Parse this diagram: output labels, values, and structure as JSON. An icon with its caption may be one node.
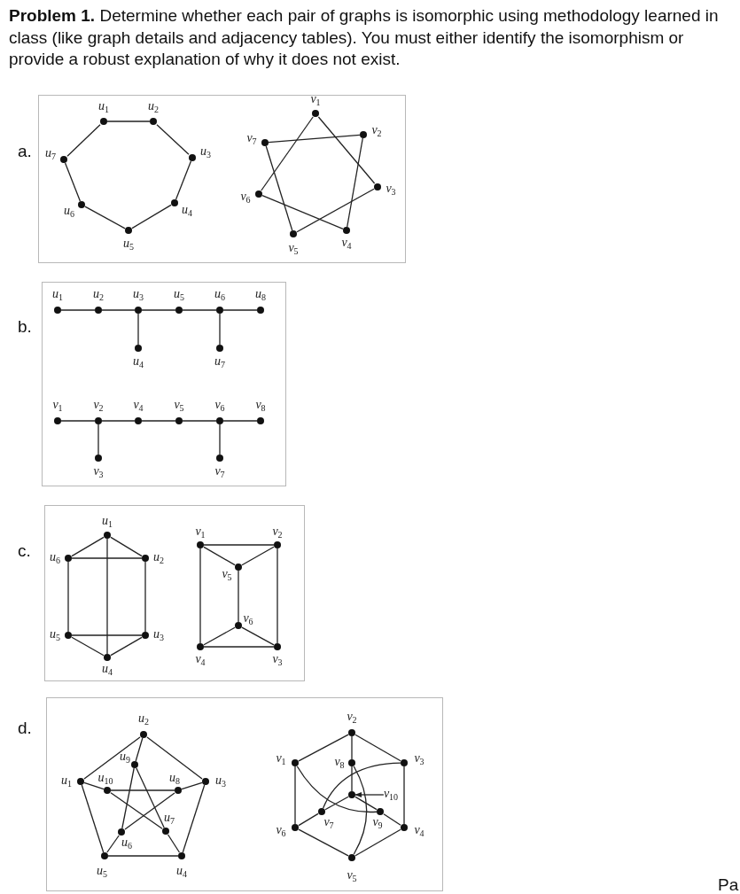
{
  "diagram": {
    "nodes": [
      {
        "text": [],
        "shape": "circle",
        "beside": [
          "u$_{1}$"
        ]
      },
      {
        "text": [],
        "shape": "circle",
        "beside": [
          "u$_{2}$"
        ]
      },
      {
        "text": [],
        "shape": "circle",
        "beside": [
          "u$_{3}$"
        ]
      },
      {
        "text": [],
        "shape": "circle",
        "beside": [
          "u$_{4}$"
        ]
      },
      {
        "text": [],
        "shape": "circle",
        "beside": [
          "u$_{5}$"
        ]
      },
      {
        "text": [],
        "shape": "circle",
        "beside": [
          "u$_{6}$"
        ]
      },
      {
        "text": [],
        "shape": "circle",
        "beside": [
          "u$_{7}$"
        ]
      },
      {
        "text": [],
        "shape": "circle",
        "beside": [
          "v$_{1}$"
        ]
      },
      {
        "text": [],
        "shape": "circle",
        "beside": [
          "v$_{2}$"
        ]
      },
      {
        "text": [],
        "shape": "circle",
        "beside": [
          "v$_{3}$"
        ]
      },
      {
        "text": [],
        "shape": "circle",
        "beside": [
          "v$_{4}$"
        ]
      },
      {
        "text": [],
        "shape": "circle",
        "beside": [
          "v$_{5}$"
        ]
      },
      {
        "text": [],
        "shape": "circle",
        "beside": [
          "v$_{6}$"
        ]
      },
      {
        "text": [],
        "shape": "circle",
        "beside": [
          "v$_{7}$"
        ]
      },
      {
        "text": [],
        "shape": "circle",
        "beside": [
          "u$_{1}$"
        ]
      },
      {
        "text": [],
        "shape": "circle",
        "beside": [
          "u$_{2}$"
        ]
      },
      {
        "text": [],
        "shape": "circle",
        "beside": [
          "u$_{3}$"
        ]
      },
      {
        "text": [],
        "shape": "circle",
        "beside": [
          "u$_{4}$"
        ]
      },
      {
        "text": [],
        "shape": "circle",
        "beside": [
          "u$_{5}$"
        ]
      },
      {
        "text": [],
        "shape": "circle",
        "beside": [
          "u$_{6}$"
        ]
      },
      {
        "text": [],
        "shape": "circle",
        "beside": [
          "u$_{7}$"
        ]
      },
      {
        "text": [],
        "shape": "circle",
        "beside": [
          "u$_{8}$"
        ]
      },
      {
        "text": [],
        "shape": "circle",
        "beside": [
          "v$_{1}$"
        ]
      },
      {
        "text": [],
        "shape": "circle",
        "beside": [
          "v$_{2}$"
        ]
      },
      {
        "text": [],
        "shape": "circle",
        "beside": [
          "v$_{3}$"
        ]
      },
      {
        "text": [],
        "shape": "circle",
        "beside": [
          "v$_{4}$"
        ]
      },
      {
        "text": [],
        "shape": "circle",
        "beside": [
          "v$_{5}$"
        ]
      },
      {
        "text": [],
        "shape": "circle",
        "beside": [
          "v$_{6}$"
        ]
      },
      {
        "text": [],
        "shape": "circle",
        "beside": [
          "v$_{7}$"
        ]
      },
      {
        "text": [],
        "shape": "circle",
        "beside": [
          "v$_{8}$"
        ]
      },
      {
        "text": [],
        "shape": "circle",
        "beside": [
          "u$_{1}$"
        ]
      },
      {
        "text": [],
        "shape": "circle",
        "beside": [
          "u$_{2}$"
        ]
      },
      {
        "text": [],
        "shape": "circle",
        "beside": [
          "u$_{3}$"
        ]
      },
      {
        "text": [],
        "shape": "circle",
        "beside": [
          "u$_{4}$"
        ]
      },
      {
        "text": [],
        "shape": "circle",
        "beside": [
          "u$_{5}$"
        ]
      },
      {
        "text": [],
        "shape": "circle",
        "beside": [
          "u$_{6}$"
        ]
      },
      {
        "text": [],
        "shape": "circle",
        "beside": [
          "v$_{1}$"
        ]
      },
      {
        "text": [],
        "shape": "circle",
        "beside": [
          "v$_{2}$"
        ]
      },
      {
        "text": [],
        "shape": "circle",
        "beside": [
          "v$_{3}$"
        ]
      },
      {
        "text": [],
        "shape": "circle",
        "beside": [
          "v$_{4}$"
        ]
      },
      {
        "text": [],
        "shape": "circle",
        "beside": [
          "v$_{5}$"
        ]
      },
      {
        "text": [],
        "shape": "circle",
        "beside": [
          "v$_{6}$"
        ]
      },
      {
        "text": [],
        "shape": "circle",
        "beside": [
          "u$_{1}$"
        ]
      },
      {
        "text": [],
        "shape": "circle",
        "beside": [
          "u$_{2}$"
        ]
      },
      {
        "text": [],
        "shape": "circle",
        "beside": [
          "u$_{3}$"
        ]
      },
      {
        "text": [],
        "shape": "circle",
        "beside": [
          "u$_{4}$"
        ]
      },
      {
        "text": [],
        "shape": "circle",
        "beside": [
          "u$_{5}$"
        ]
      },
      {
        "text": [],
        "shape": "circle",
        "beside": [
          "u$_{6}$"
        ]
      },
      {
        "text": [],
        "shape": "circle",
        "beside": [
          "u$_{7}$"
        ]
      },
      {
        "text": [],
        "shape": "circle",
        "beside": [
          "u$_{8}$"
        ]
      },
      {
        "text": [],
        "shape": "circle",
        "beside": [
          "u$_{9}$"
        ]
      },
      {
        "text": [],
        "shape": "circle",
        "beside": [
          "u$_{10}$"
        ]
      },
      {
        "text": [],
        "shape": "circle",
        "beside": [
          "v$_{1}$"
        ]
      },
      {
        "text": [],
        "shape": "circle",
        "beside": [
          "v$_{2}$"
        ]
      },
      {
        "text": [],
        "shape": "circle",
        "beside": [
          "v$_{3}$"
        ]
      },
      {
        "text": [],
        "shape": "circle",
        "beside": [
          "v$_{4}$"
        ]
      },
      {
        "text": [],
        "shape": "circle",
        "beside": [
          "v$_{5}$"
        ]
      },
      {
        "text": [],
        "shape": "circle",
        "beside": [
          "v$_{6}$"
        ]
      },
      {
        "text": [],
        "shape": "circle",
        "beside": [
          "v$_{7}$"
        ]
      },
      {
        "text": [],
        "shape": "circle",
        "beside": [
          "v$_{8}$"
        ]
      },
      {
        "text": [],
        "shape": "circle",
        "beside": [
          "v$_{9}$"
        ]
      },
      {
        "text": [],
        "shape": "circle"
      },
      {
        "text": [
          "v$_{10}$"
        ]
      }
    ],
    "edges": [
      {
        "from": 0,
        "to": 1,
        "arrow": "none"
      },
      {
        "from": 1,
        "to": 2,
        "arrow": "none"
      },
      {
        "from": 2,
        "to": 3,
        "arrow": "none"
      },
      {
        "from": 3,
        "to": 4,
        "arrow": "none"
      },
      {
        "from": 4,
        "to": 5,
        "arrow": "none"
      },
      {
        "from": 5,
        "to": 6,
        "arrow": "none"
      },
      {
        "from": 6,
        "to": 0,
        "arrow": "none"
      },
      {
        "from": 7,
        "to": 12,
        "arrow": "none"
      },
      {
        "from": 7,
        "to": 9,
        "arrow": "none"
      },
      {
        "from": 13,
        "to": 8,
        "arrow": "none"
      },
      {
        "from": 13,
        "to": 11,
        "arrow": "none"
      },
      {
        "from": 8,
        "to": 10,
        "arrow": "none"
      },
      {
        "from": 12,
        "to": 10,
        "arrow": "none"
      },
      {
        "from": 9,
        "to": 11,
        "arrow": "none"
      },
      {
        "from": 14,
        "to": 15,
        "arrow": "none"
      },
      {
        "from": 15,
        "to": 16,
        "arrow": "none"
      },
      {
        "from": 16,
        "to": 18,
        "arrow": "none"
      },
      {
        "from": 18,
        "to": 19,
        "arrow": "none"
      },
      {
        "from": 19,
        "to": 21,
        "arrow": "none"
      },
      {
        "from": 16,
        "to": 17,
        "arrow": "none"
      },
      {
        "from": 19,
        "to": 20,
        "arrow": "none"
      },
      {
        "from": 22,
        "to": 23,
        "arrow": "none"
      },
      {
        "from": 23,
        "to": 25,
        "arrow": "none"
      },
      {
        "from": 25,
        "to": 26,
        "arrow": "none"
      },
      {
        "from": 26,
        "to": 27,
        "arrow": "none"
      },
      {
        "from": 27,
        "to": 29,
        "arrow": "none"
      },
      {
        "from": 23,
        "to": 24,
        "arrow": "none"
      },
      {
        "from": 27,
        "to": 28,
        "arrow": "none"
      },
      {
        "from": 30,
        "to": 35,
        "arrow": "none"
      },
      {
        "from": 30,
        "to": 31,
        "arrow": "none"
      },
      {
        "from": 30,
        "to": 33,
        "arrow": "none"
      },
      {
        "from": 35,
        "to": 31,
        "arrow": "none"
      },
      {
        "from": 35,
        "to": 34,
        "arrow": "none"
      },
      {
        "from": 31,
        "to": 32,
        "arrow": "none"
      },
      {
        "from": 34,
        "to": 32,
        "arrow": "none"
      },
      {
        "from": 34,
        "to": 33,
        "arrow": "none"
      },
      {
        "from": 32,
        "to": 33,
        "arrow": "none"
      },
      {
        "from": 36,
        "to": 37,
        "arrow": "none"
      },
      {
        "from": 36,
        "to": 40,
        "arrow": "none"
      },
      {
        "from": 37,
        "to": 40,
        "arrow": "none"
      },
      {
        "from": 36,
        "to": 39,
        "arrow": "none"
      },
      {
        "from": 37,
        "to": 38,
        "arrow": "none"
      },
      {
        "from": 40,
        "to": 41,
        "arrow": "none"
      },
      {
        "from": 41,
        "to": 39,
        "arrow": "none"
      },
      {
        "from": 41,
        "to": 38,
        "arrow": "none"
      },
      {
        "from": 39,
        "to": 38,
        "arrow": "none"
      },
      {
        "from": 42,
        "to": 43,
        "arrow": "none"
      },
      {
        "from": 43,
        "to": 44,
        "arrow": "none"
      },
      {
        "from": 44,
        "to": 45,
        "arrow": "none"
      },
      {
        "from": 45,
        "to": 46,
        "arrow": "none"
      },
      {
        "from": 46,
        "to": 42,
        "arrow": "none"
      },
      {
        "from": 43,
        "to": 50,
        "arrow": "none"
      },
      {
        "from": 42,
        "to": 51,
        "arrow": "none"
      },
      {
        "from": 44,
        "to": 49,
        "arrow": "none"
      },
      {
        "from": 45,
        "to": 48,
        "arrow": "none"
      },
      {
        "from": 46,
        "to": 47,
        "arrow": "none"
      },
      {
        "from": 51,
        "to": 49,
        "arrow": "none"
      },
      {
        "from": 51,
        "to": 48,
        "arrow": "none"
      },
      {
        "from": 50,
        "to": 47,
        "arrow": "none"
      },
      {
        "from": 50,
        "to": 48,
        "arrow": "none"
      },
      {
        "from": 49,
        "to": 47,
        "arrow": "none"
      },
      {
        "from": 53,
        "to": 52,
        "arrow": "none"
      },
      {
        "from": 53,
        "to": 54,
        "arrow": "none"
      },
      {
        "from": 53,
        "to": 59,
        "arrow": "none"
      },
      {
        "from": 52,
        "to": 57,
        "arrow": "none"
      },
      {
        "from": 54,
        "to": 55,
        "arrow": "none"
      },
      {
        "from": 57,
        "to": 56,
        "arrow": "none"
      },
      {
        "from": 55,
        "to": 56,
        "arrow": "none"
      },
      {
        "from": 59,
        "to": 61,
        "arrow": "none"
      },
      {
        "from": 61,
        "to": 58,
        "arrow": "none"
      },
      {
        "from": 58,
        "to": 57,
        "arrow": "none"
      },
      {
        "from": 61,
        "to": 60,
        "arrow": "none"
      },
      {
        "from": 60,
        "to": 55,
        "arrow": "none"
      },
      {
        "from": 52,
        "to": 60,
        "arrow": "none"
      },
      {
        "from": 54,
        "to": 58,
        "arrow": "none"
      },
      {
        "from": 59,
        "to": 56,
        "arrow": "none"
      },
      {
        "from": 62,
        "to": 61,
        "arrow": "to"
      }
    ],
    "labels": [
      "**Problem 1.** Determine whether each pair of graphs is isomorphic using methodology learned in class (like graph details and adjacency tables). You must either identify the isomorphism or provide a robust explanation of why it does not exist.",
      "a.",
      "b.",
      "c.",
      "d.",
      "Pa"
    ]
  }
}
